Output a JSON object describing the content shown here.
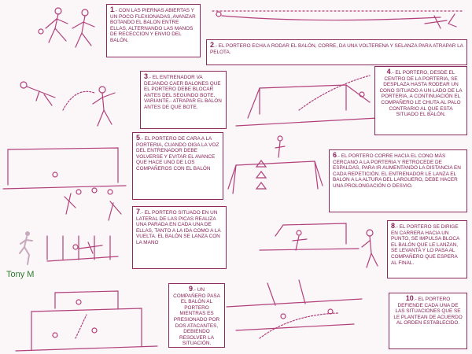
{
  "brand": "Tony M",
  "colors": {
    "ink": "#8a1f55",
    "line": "#b2407a",
    "brand": "#2d7a2d"
  },
  "steps": [
    {
      "num": "1",
      "text": ".- CON LAS PIERNAS ABIERTAS Y UN POCO FLEXIONADAS, AVANZAR BOTANDO EL BALON ENTRE ELLAS, ALTERNANDO LAS MANOS DE RECECCION Y ENVIO DEL BALÓN."
    },
    {
      "num": "2",
      "text": ".- EL PORTERO ECHA A RODAR EL BALÓN, CORRE, DA UNA VOLTERENA Y SELANZA PARA ATRAPAR LA PELOTA."
    },
    {
      "num": "3",
      "text": ".- EL ENTRENADOR VA DEJANDO CAER BALONES QUE EL PORTERO DEBE BLOCAR ANTES DEL SEGUNDO BOTE. VARIANTE.- ATRAPAR EL BALÓN ANTES DE QUE BOTE."
    },
    {
      "num": "4",
      "text": ".- EL PORTERO, DESDE EL CENTRO DE LA PORTERIA, SE DESPLAZA HASTA RODEAR UN CONO SITUADO A UN LADO DE LA PORTERIA, A CONTINUACIÓN EL COMPAÑERO LE CHUTA AL PALO CONTRARIO AL QUE ESTA SITUADO EL BALÓN."
    },
    {
      "num": "5",
      "text": ".- EL PORTERO DE CARA A LA PORTERIA, CUANDO OIGA LA VOZ DEL ENTRENADOR DEBE VOLVERSE Y EVITAR EL AVANCE QUE HACE UNO DE LOS COMPAÑEROS CON EL BALÓN"
    },
    {
      "num": "6",
      "text": ".- EL PORTERO CORRE HACIA EL CONO MÁS CERCANO A LA PORTERIA Y RETROCEDE DE ESPALDAS, PARA IR AUMENTANDO LA DISTANCIA EN CADA REPETICIÓN. EL ENTRENADOR LE LANZA EL BALON A LA ALTURA DEL LARGUERO, DEBE HACER UNA PROLONGACIÓN O DESVIO."
    },
    {
      "num": "7",
      "text": ".- EL PORTERO SITUADO EN UN LATERAL DE LAS PICAS REALIZA UNA PARADA EN CADA UNA DE ELLAS, TANTO A LA IDA COMO A LA VUELTA. EL BALÓN SE LANZA CON LA MANO"
    },
    {
      "num": "8",
      "text": ".- EL PORTERO SE DIRIGE EN CARRERA HACIA UN PUNTO, SE IMPULSA BLOCA EL BALÓN QUE LE LANZAN, SE LEVANTA Y LO PASA AL COMPAÑERO QUE ESPERA AL FINAL."
    },
    {
      "num": "9",
      "text": ".- UN COMPAÑERO PASA EL BALÓN AL PORTERO MIENTRAS ES PRESIONADO POR DOS ATACANTES, DEBIENDO RESOLVER LA SITUACIÓN."
    },
    {
      "num": "10",
      "text": ".- EL PORTERO DEFIENDE CADA UNA DE LAS SITUACIONES QUE SE LE PLANTEAN DE ACUERDO AL ORDEN ESTABLECIDO."
    }
  ]
}
